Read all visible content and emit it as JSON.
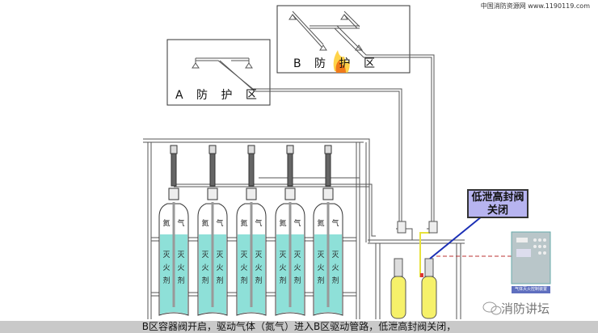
{
  "watermark_site": "中国消防资源网 www.1190119.com",
  "zones": {
    "a_label": "A 防 护 区",
    "b_label": "B 防 护 区"
  },
  "cylinder": {
    "gas_label_1": "氮",
    "gas_label_2": "气",
    "agent_label": [
      "灭",
      "火",
      "剂"
    ],
    "count": 5
  },
  "callout": {
    "line1": "低泄高封阀",
    "line2": "关闭"
  },
  "control_panel_label": "气体灭火控制装置",
  "brand": "消防讲坛",
  "caption": "B区容器阀开启，驱动气体（氮气）进入B区驱动管路，低泄高封阀关闭，",
  "colors": {
    "agent_fill": "#8ee0d8",
    "drive_cylinder": "#f6f16a",
    "callout_bg": "#b7b4f0",
    "caption_bg": "#c9c9c9",
    "active_line": "#e8e23c"
  }
}
